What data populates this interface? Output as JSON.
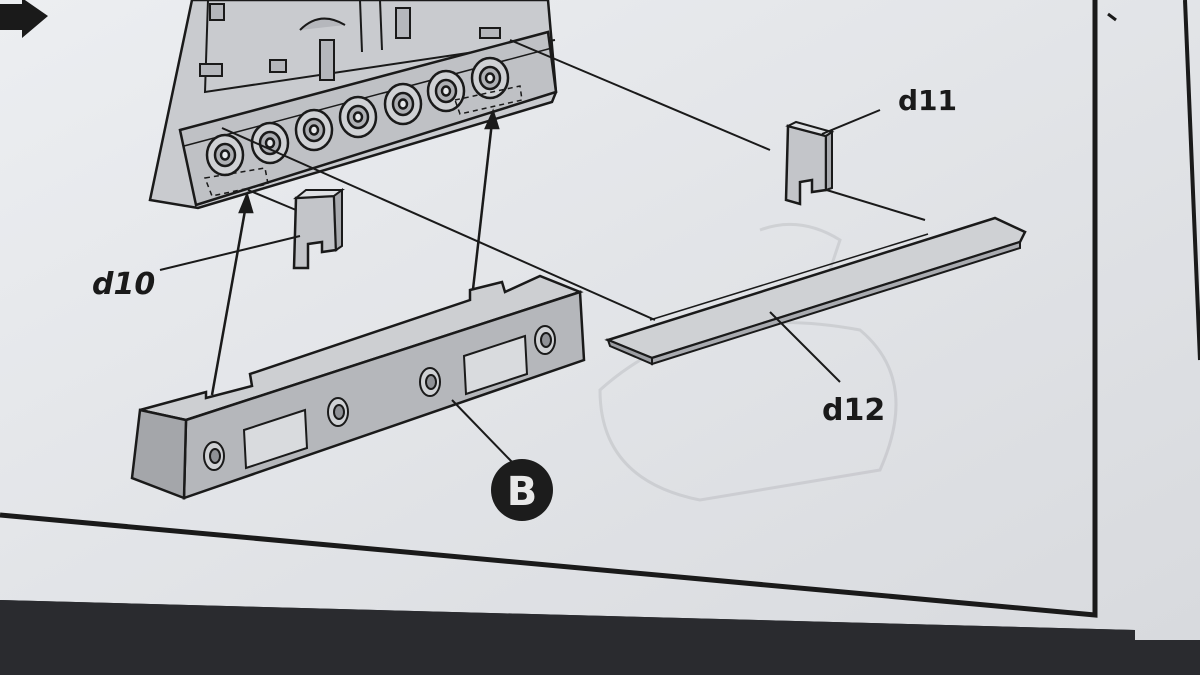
{
  "labels": {
    "d10": "d10",
    "d11": "d11",
    "d12": "d12",
    "callout_b": "B"
  },
  "colors": {
    "paper": "#e4e6ea",
    "paper_shadow": "#c9cbd0",
    "ink": "#1a1a1a",
    "part_fill": "#b9bbc0",
    "part_face": "#a9abb0",
    "panel_fill": "#c8cace",
    "callout_fill": "#1c1c1c",
    "callout_text": "#e8e8e8"
  },
  "icons": {
    "arrow": "right-arrow-icon"
  }
}
